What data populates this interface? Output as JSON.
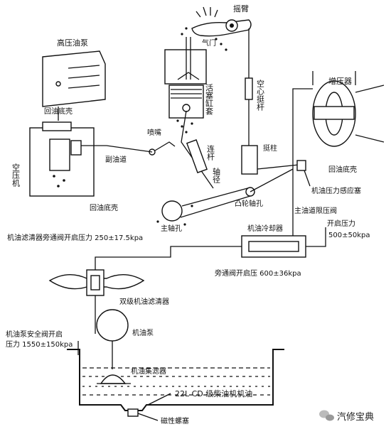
{
  "labels": {
    "rocker_arm": "摇臂",
    "high_pressure_pump": "高压油泵",
    "valve": "气门",
    "hollow_pushrod": "空心挺杆",
    "turbocharger": "增压器",
    "return_sump_left": "回油底壳",
    "piston_liner": "活塞缸套",
    "injection_nozzle": "喷嘴",
    "con_rod": "连杆",
    "con_rod_journal": "轴径",
    "tappet": "挺柱",
    "air_compressor": "空压机",
    "aux_oil_passage": "副油道",
    "return_sump_turbo": "回油底壳",
    "return_sump_compressor": "回油底壳",
    "oil_pressure_sensor": "机油压力感应塞",
    "camshaft_hole": "凸轮轴孔",
    "main_gallery_relief": "主油道限压阀",
    "main_bearing_hole": "主轴孔",
    "filter_bypass_valve": "机油滤清器旁通阀开启压力 250±17.5kpa",
    "oil_cooler": "机油冷却器",
    "opening_pressure": "开启压力",
    "opening_pressure_value": "500±50kpa",
    "bypass_valve_pressure": "旁通阀开启压 600±36kpa",
    "dual_stage_filter": "双级机油滤清器",
    "oil_pump": "机油泵",
    "pump_safety_valve_line1": "机油泵安全阀开启",
    "pump_safety_valve_line2": "压力 1550±150kpa",
    "oil_collector": "机油集滤器",
    "engine_oil": "22L CD 级柴油机机油",
    "magnetic_plug": "磁性螺塞"
  },
  "watermark": "汽修宝典"
}
